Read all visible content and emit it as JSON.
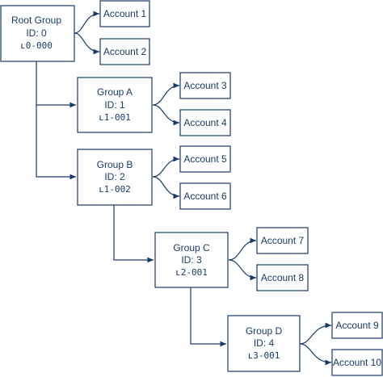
{
  "colors": {
    "stroke": "#173a6a",
    "text": "#173a6a",
    "background": "#ffffff"
  },
  "groups": [
    {
      "name": "Root Group",
      "id_text": "ID: 0",
      "code": "ʟ0-000",
      "accounts": [
        "Account 1",
        "Account 2"
      ]
    },
    {
      "name": "Group A",
      "id_text": "ID: 1",
      "code": "ʟ1-001",
      "accounts": [
        "Account 3",
        "Account 4"
      ]
    },
    {
      "name": "Group B",
      "id_text": "ID: 2",
      "code": "ʟ1-002",
      "accounts": [
        "Account 5",
        "Account 6"
      ]
    },
    {
      "name": "Group C",
      "id_text": "ID: 3",
      "code": "ʟ2-001",
      "accounts": [
        "Account 7",
        "Account 8"
      ]
    },
    {
      "name": "Group D",
      "id_text": "ID: 4",
      "code": "ʟ3-001",
      "accounts": [
        "Account 9",
        "Account 10"
      ]
    }
  ]
}
